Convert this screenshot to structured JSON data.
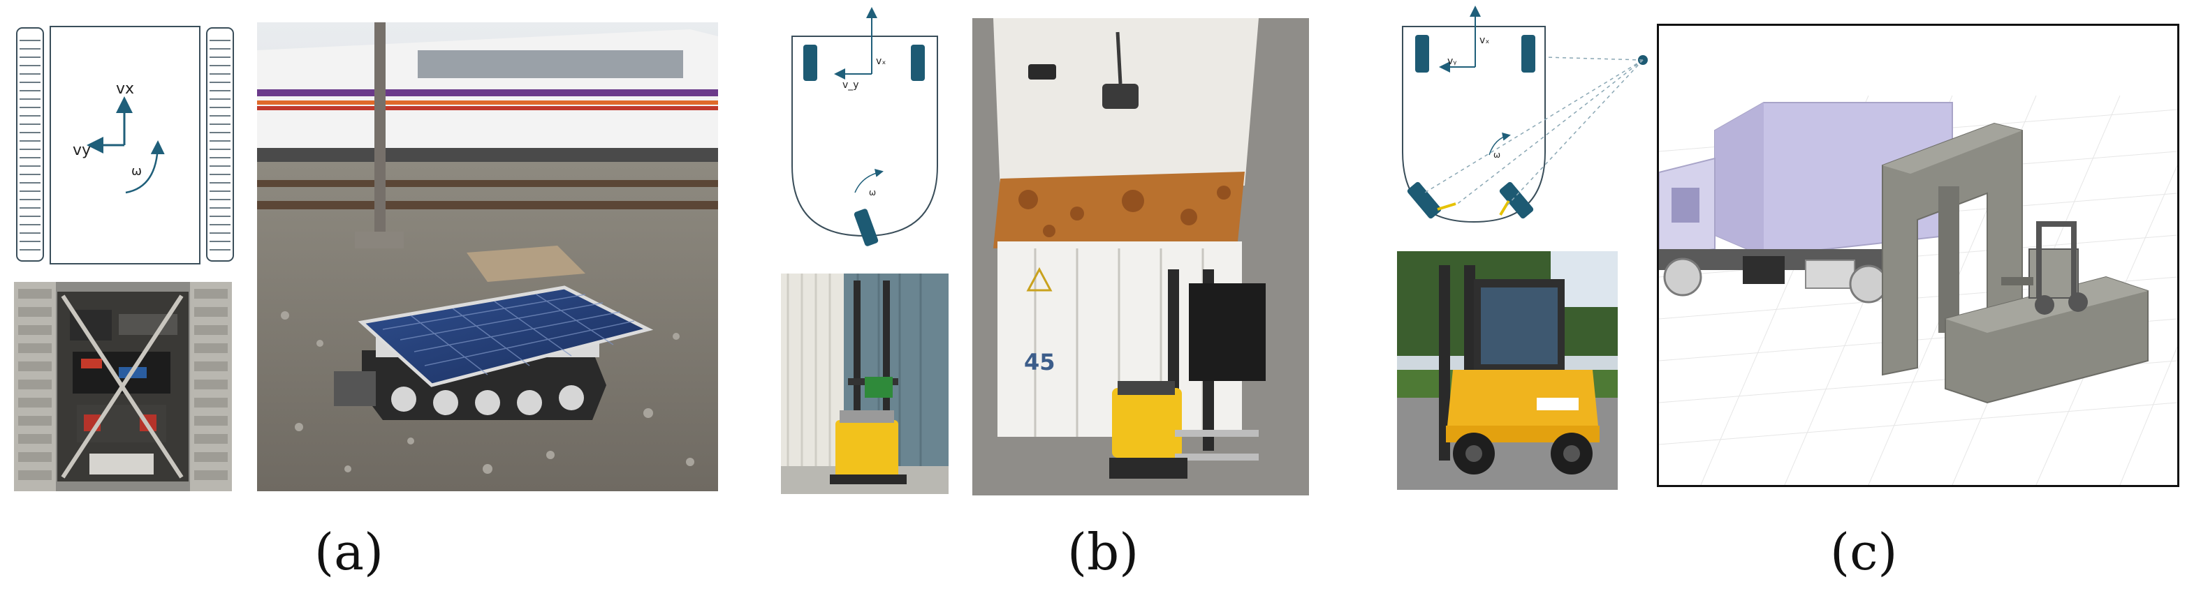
{
  "figure": {
    "captions": {
      "a": "(a)",
      "b": "(b)",
      "c": "(c)"
    },
    "diagram_a": {
      "vx_label": "vx",
      "vy_label": "vy",
      "omega_label": "ω"
    },
    "diagram_b": {
      "vx_label": "vₓ",
      "vy_label": "v_y",
      "omega_label": "ω"
    },
    "diagram_c": {
      "vx_label": "vₓ",
      "vy_label": "vᵧ",
      "omega_label": "ω"
    },
    "container_number": "45",
    "colors": {
      "diagram_line": "#1f5f7a",
      "wheel_fill": "#1d5a73",
      "caster_accent": "#e6c200",
      "forklift_yellow": "#f0b41e",
      "truck_lavender": "#c7c3e6",
      "gantry_gray": "#8c8c84"
    }
  }
}
